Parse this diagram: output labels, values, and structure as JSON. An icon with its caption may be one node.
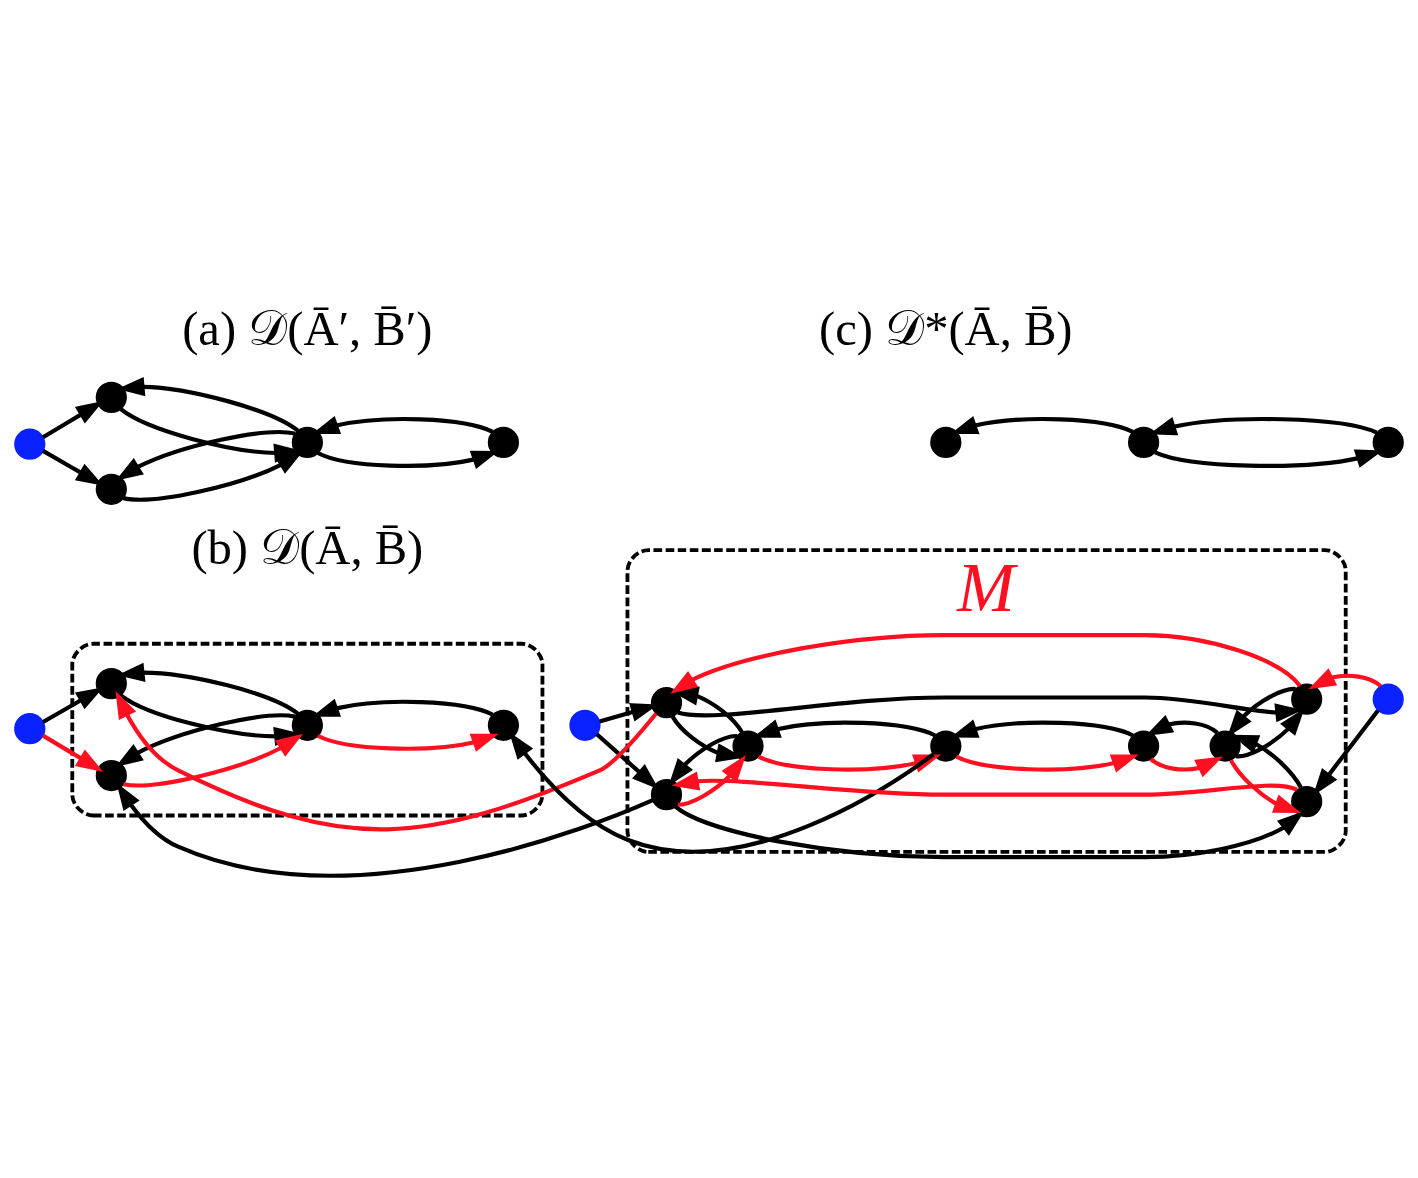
{
  "diagram": {
    "nodes": [
      {
        "text": [],
        "shape": "circle"
      },
      {
        "text": [],
        "shape": "circle"
      },
      {
        "text": [],
        "shape": "circle"
      },
      {
        "text": [],
        "shape": "circle"
      },
      {
        "text": [],
        "shape": "circle"
      },
      {
        "text": [],
        "shape": "circle"
      },
      {
        "text": [],
        "shape": "circle"
      },
      {
        "text": [],
        "shape": "circle"
      },
      {
        "text": [],
        "shape": "circle"
      },
      {
        "text": [],
        "shape": "box"
      },
      {
        "text": [],
        "shape": "circle",
        "in": 9
      },
      {
        "text": [],
        "shape": "circle",
        "in": 9
      },
      {
        "text": [],
        "shape": "circle",
        "in": 9
      },
      {
        "text": [],
        "shape": "circle",
        "in": 9
      },
      {
        "text": [],
        "shape": "circle"
      },
      {
        "text": [
          "M"
        ]
      },
      {
        "text": [],
        "shape": "circle",
        "in": 15
      },
      {
        "text": [],
        "shape": "circle",
        "in": 15
      },
      {
        "text": [],
        "shape": "circle",
        "in": 15
      },
      {
        "text": [],
        "shape": "circle",
        "in": 15
      },
      {
        "text": [],
        "shape": "circle",
        "in": 15
      },
      {
        "text": [],
        "shape": "circle",
        "in": 15
      },
      {
        "text": [],
        "shape": "circle",
        "in": 15
      },
      {
        "text": [],
        "shape": "circle",
        "in": 15
      },
      {
        "text": [],
        "shape": "circle"
      }
    ],
    "edges": [
      {
        "from": 0,
        "to": 1,
        "arrow": "to"
      },
      {
        "from": 0,
        "to": 2,
        "arrow": "to"
      },
      {
        "from": 1,
        "to": 3,
        "arrow": "to"
      },
      {
        "from": 3,
        "to": 1,
        "arrow": "to"
      },
      {
        "from": 3,
        "to": 4,
        "arrow": "to"
      },
      {
        "from": 4,
        "to": 3,
        "arrow": "to"
      },
      {
        "from": 2,
        "to": 3,
        "arrow": "to"
      },
      {
        "from": 3,
        "to": 2,
        "arrow": "to"
      },
      {
        "from": 6,
        "to": 5,
        "arrow": "to"
      },
      {
        "from": 7,
        "to": 6,
        "arrow": "to"
      },
      {
        "from": 6,
        "to": 7,
        "arrow": "to"
      },
      {
        "from": 8,
        "to": 10,
        "arrow": "to"
      },
      {
        "from": 8,
        "to": 11,
        "arrow": "to",
        "color": "#ff1020"
      },
      {
        "from": 10,
        "to": 12,
        "arrow": "to"
      },
      {
        "from": 12,
        "to": 10,
        "arrow": "to"
      },
      {
        "from": 12,
        "to": 13,
        "arrow": "to",
        "color": "#ff1020"
      },
      {
        "from": 13,
        "to": 12,
        "arrow": "to"
      },
      {
        "from": 11,
        "to": 12,
        "arrow": "to",
        "color": "#ff1020"
      },
      {
        "from": 12,
        "to": 11,
        "arrow": "to"
      },
      {
        "from": 16,
        "to": 10,
        "arrow": "to",
        "color": "#ff1020"
      },
      {
        "from": 19,
        "to": 13,
        "arrow": "to"
      },
      {
        "from": 17,
        "to": 11,
        "arrow": "to"
      },
      {
        "from": 14,
        "to": 16,
        "arrow": "to"
      },
      {
        "from": 14,
        "to": 17,
        "arrow": "to"
      },
      {
        "from": 16,
        "to": 18,
        "arrow": "to"
      },
      {
        "from": 18,
        "to": 16,
        "arrow": "to"
      },
      {
        "from": 18,
        "to": 19,
        "arrow": "to",
        "color": "#ff1020"
      },
      {
        "from": 19,
        "to": 18,
        "arrow": "to"
      },
      {
        "from": 17,
        "to": 18,
        "arrow": "to",
        "color": "#ff1020"
      },
      {
        "from": 18,
        "to": 17,
        "arrow": "to"
      },
      {
        "from": 16,
        "to": 22,
        "arrow": "to"
      },
      {
        "from": 22,
        "to": 16,
        "arrow": "to",
        "color": "#ff1020"
      },
      {
        "from": 17,
        "to": 23,
        "arrow": "to"
      },
      {
        "from": 23,
        "to": 17,
        "arrow": "to",
        "color": "#ff1020"
      },
      {
        "from": 19,
        "to": 20,
        "arrow": "to",
        "color": "#ff1020"
      },
      {
        "from": 20,
        "to": 19,
        "arrow": "to"
      },
      {
        "from": 20,
        "to": 21,
        "arrow": "to",
        "color": "#ff1020"
      },
      {
        "from": 21,
        "to": 20,
        "arrow": "to"
      },
      {
        "from": 21,
        "to": 22,
        "arrow": "to"
      },
      {
        "from": 22,
        "to": 21,
        "arrow": "to"
      },
      {
        "from": 21,
        "to": 23,
        "arrow": "to",
        "color": "#ff1020"
      },
      {
        "from": 23,
        "to": 21,
        "arrow": "to"
      },
      {
        "from": 24,
        "to": 22,
        "arrow": "to",
        "color": "#ff1020"
      },
      {
        "from": 24,
        "to": 23,
        "arrow": "to"
      }
    ],
    "labels": [
      "(a) 𝒟(Ā′, B̄′)",
      "(c) 𝒟*(Ā, B̄)",
      "(b) 𝒟(Ā, B̄)"
    ]
  }
}
